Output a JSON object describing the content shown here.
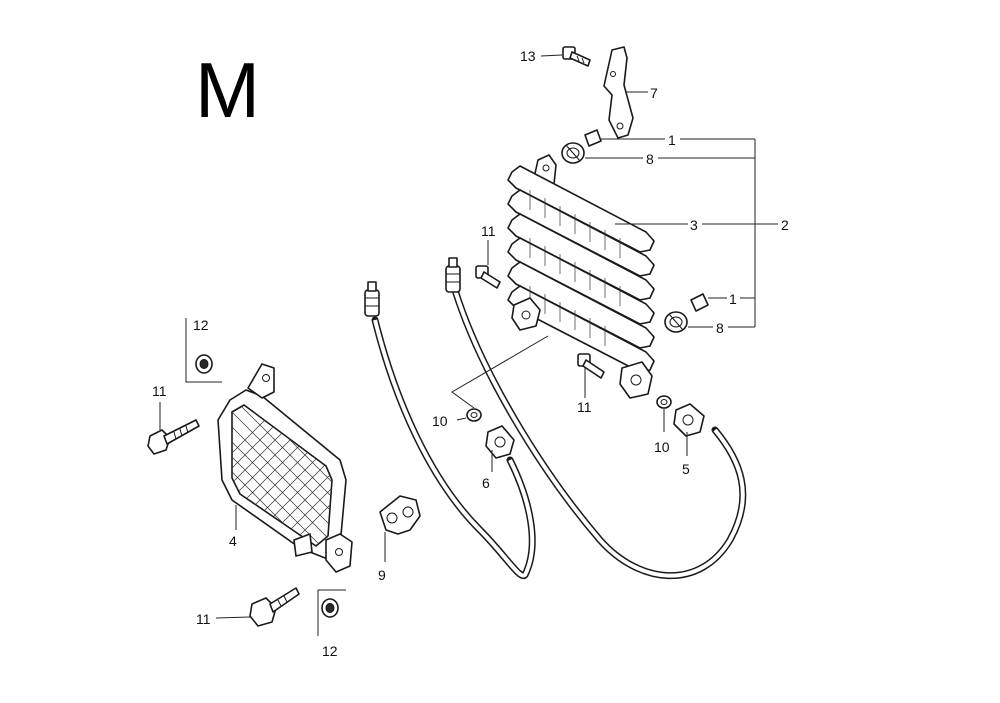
{
  "section_letter": "M",
  "callouts": {
    "c13": "13",
    "c7": "7",
    "c1_top": "1",
    "c8_top": "8",
    "c3": "3",
    "c2": "2",
    "c11_center": "11",
    "c1_bottom": "1",
    "c8_bottom": "8",
    "c12_top": "12",
    "c11_left": "11",
    "c10_left": "10",
    "c11_right": "11",
    "c10_right": "10",
    "c6": "6",
    "c5": "5",
    "c4": "4",
    "c9": "9",
    "c11_bottom": "11",
    "c12_bottom": "12"
  }
}
